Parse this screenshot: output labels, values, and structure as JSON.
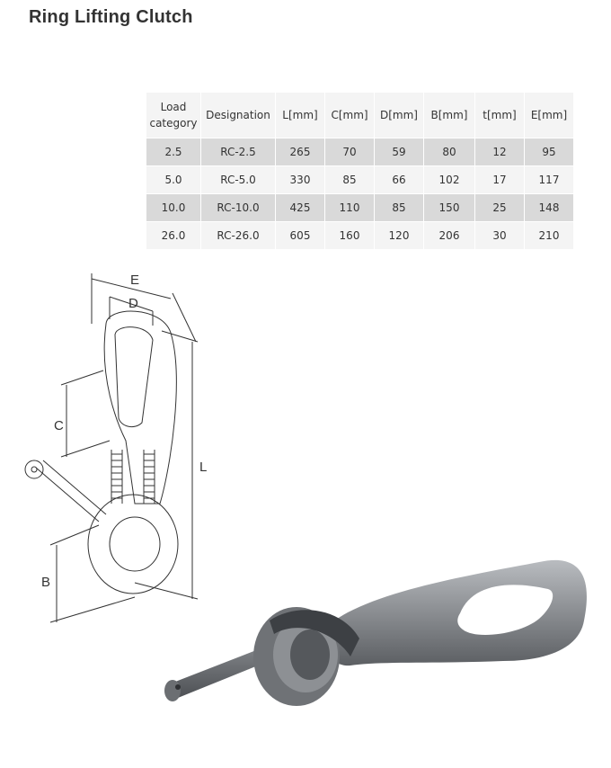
{
  "title": "Ring Lifting Clutch",
  "table": {
    "headers": [
      "Load category",
      "Designation",
      "L[mm]",
      "C[mm]",
      "D[mm]",
      "B[mm]",
      "t[mm]",
      "E[mm]"
    ],
    "header_lines": {
      "load_line1": "Load",
      "load_line2": "category"
    },
    "rows": [
      [
        "2.5",
        "RC-2.5",
        "265",
        "70",
        "59",
        "80",
        "12",
        "95"
      ],
      [
        "5.0",
        "RC-5.0",
        "330",
        "85",
        "66",
        "102",
        "17",
        "117"
      ],
      [
        "10.0",
        "RC-10.0",
        "425",
        "110",
        "85",
        "150",
        "25",
        "148"
      ],
      [
        "26.0",
        "RC-26.0",
        "605",
        "160",
        "120",
        "206",
        "30",
        "210"
      ]
    ]
  },
  "diagram": {
    "labels": {
      "E": "E",
      "D": "D",
      "C": "C",
      "L": "L",
      "B": "B"
    }
  },
  "colors": {
    "row_dark": "#d9d9d9",
    "row_light": "#f4f4f4",
    "line": "#333333",
    "metal": "#8a8d91"
  }
}
